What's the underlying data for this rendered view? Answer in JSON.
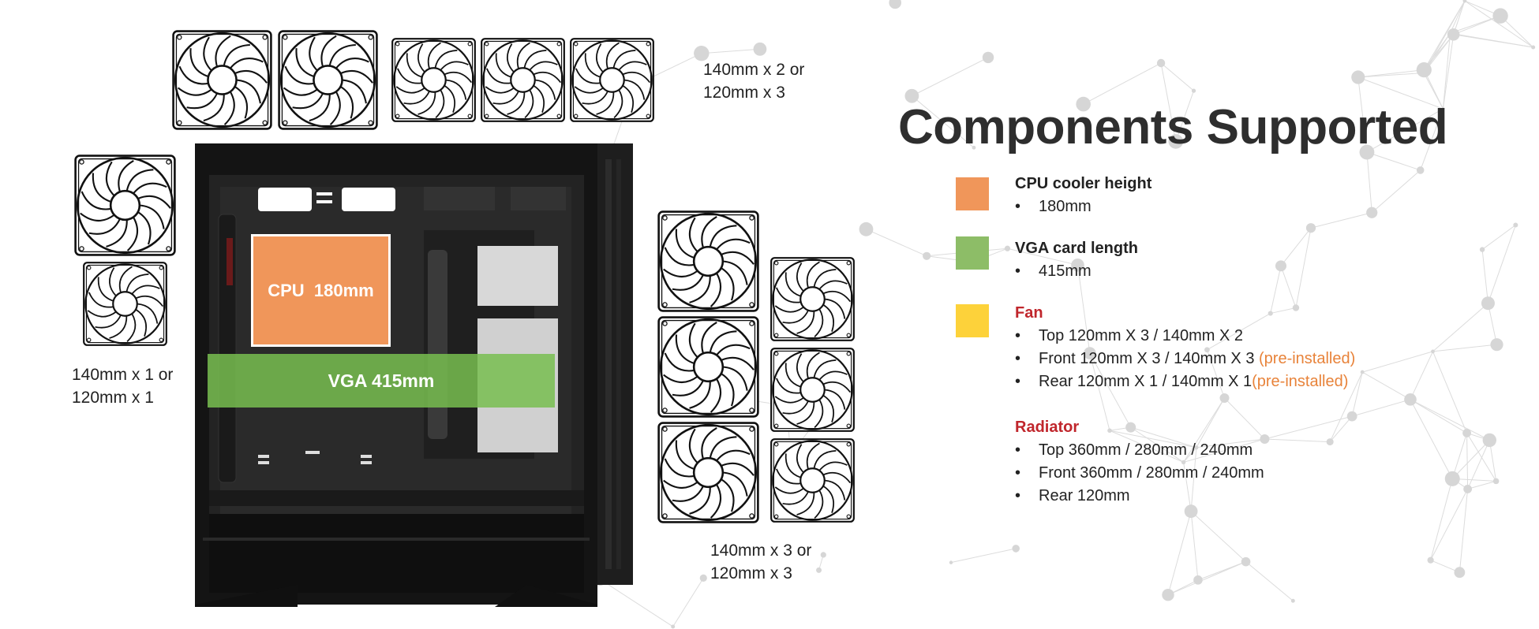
{
  "colors": {
    "cpu": "#f0965a",
    "vga": "#8dbd67",
    "fan": "#fdd23a",
    "heading_dark": "#222222",
    "heading_red": "#c0262c",
    "preinstalled": "#e8833a"
  },
  "diagram": {
    "top_fans_note": "140mm x 2 or\n120mm x 3",
    "rear_fans_note": "140mm x 1 or\n120mm x 1",
    "front_fans_note": "140mm x 3 or\n120mm x 3",
    "cpu_label": "CPU  180mm",
    "vga_label": "VGA 415mm"
  },
  "title": "Components Supported",
  "specs": {
    "cpu": {
      "heading": "CPU cooler height",
      "items": [
        "180mm"
      ]
    },
    "vga": {
      "heading": "VGA card length",
      "items": [
        "415mm"
      ]
    },
    "fan": {
      "heading": "Fan",
      "items": [
        {
          "text": "Top 120mm X 3 / 140mm X 2",
          "note": ""
        },
        {
          "text": "Front 120mm X 3 / 140mm X 3 ",
          "note": "(pre-installed)"
        },
        {
          "text": "Rear 120mm X 1 / 140mm X 1",
          "note": "(pre-installed)"
        }
      ]
    },
    "radiator": {
      "heading": "Radiator",
      "items": [
        "Top 360mm / 280mm / 240mm",
        "Front 360mm / 280mm / 240mm",
        "Rear 120mm"
      ]
    }
  },
  "bullet": "•"
}
